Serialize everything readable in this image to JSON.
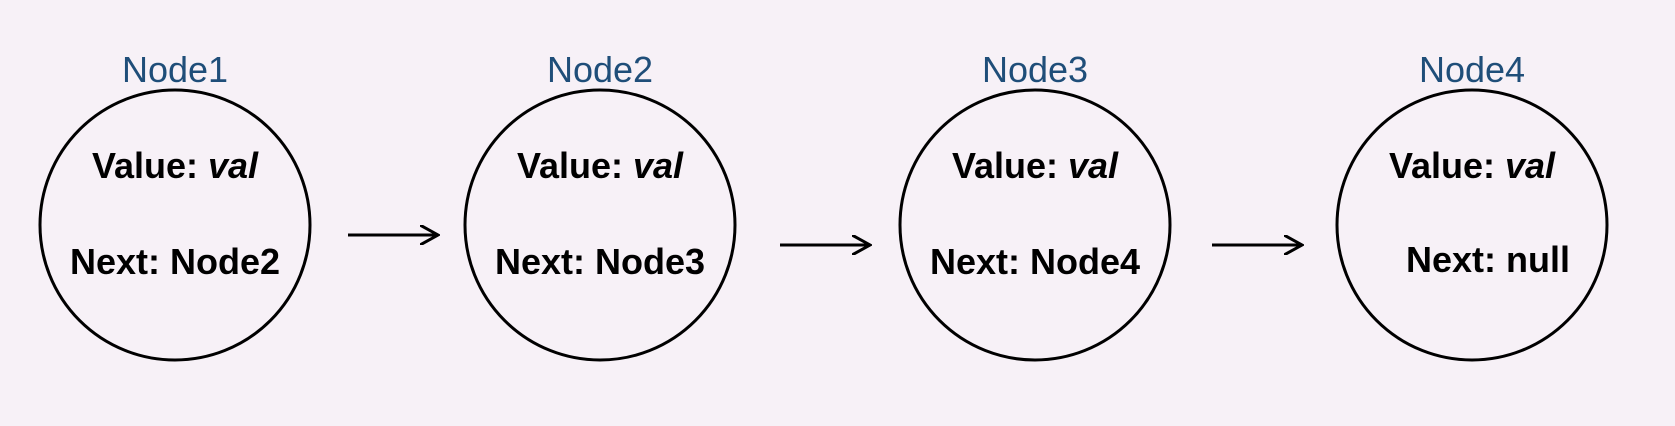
{
  "colors": {
    "background": "#f7f1f7",
    "title": "#1f4e79",
    "stroke": "#000000",
    "text": "#000000"
  },
  "nodes": [
    {
      "title": "Node1",
      "value_label": "Value:",
      "value": "val",
      "next_label": "Next:",
      "next": "Node2"
    },
    {
      "title": "Node2",
      "value_label": "Value:",
      "value": "val",
      "next_label": "Next:",
      "next": "Node3"
    },
    {
      "title": "Node3",
      "value_label": "Value:",
      "value": "val",
      "next_label": "Next:",
      "next": "Node4"
    },
    {
      "title": "Node4",
      "value_label": "Value:",
      "value": "val",
      "next_label": "Next:",
      "next": "null"
    }
  ],
  "edges": [
    {
      "from": "Node1",
      "to": "Node2"
    },
    {
      "from": "Node2",
      "to": "Node3"
    },
    {
      "from": "Node3",
      "to": "Node4"
    }
  ]
}
